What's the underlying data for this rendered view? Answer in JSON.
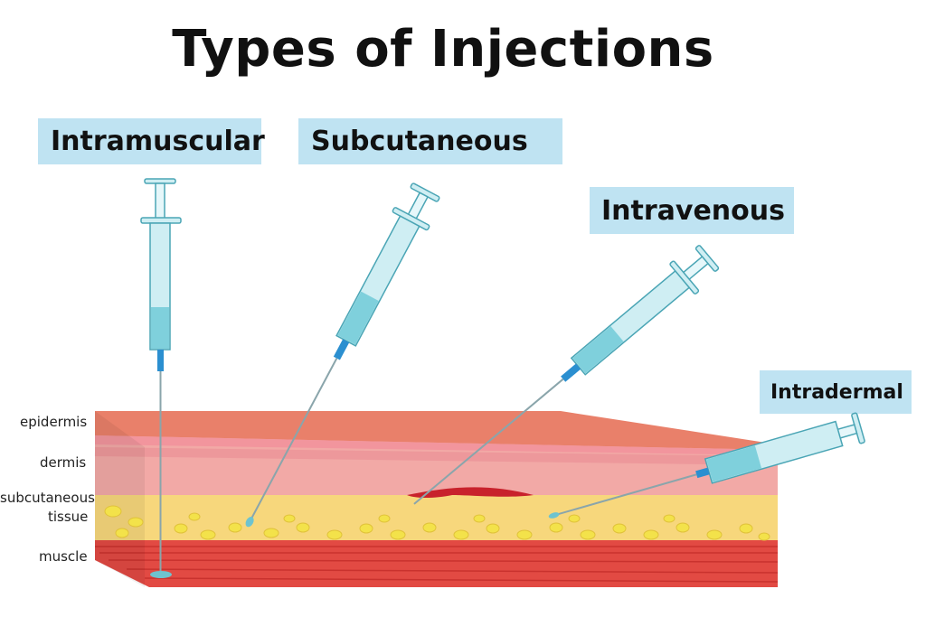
{
  "title": "Types of Injections",
  "injections": {
    "intramuscular": "Intramuscular",
    "subcutaneous": "Subcutaneous",
    "intravenous": "Intravenous",
    "intradermal": "Intradermal"
  },
  "layers": {
    "epidermis": "epidermis",
    "dermis": "dermis",
    "subcutaneous_line1": "subcutaneous",
    "subcutaneous_line2": "tissue",
    "muscle": "muscle"
  },
  "colors": {
    "label_bg": "#bfe3f2",
    "epidermis": "#e9806a",
    "dermis": "#f2a9a6",
    "fat": "#f7d77c",
    "fat_globule": "#f3e24a",
    "muscle": "#e24a43",
    "syringe_barrel": "#cfeef3",
    "syringe_fluid": "#7fd0dc",
    "needle_hub": "#2b8fd0",
    "vein": "#c8222c"
  }
}
